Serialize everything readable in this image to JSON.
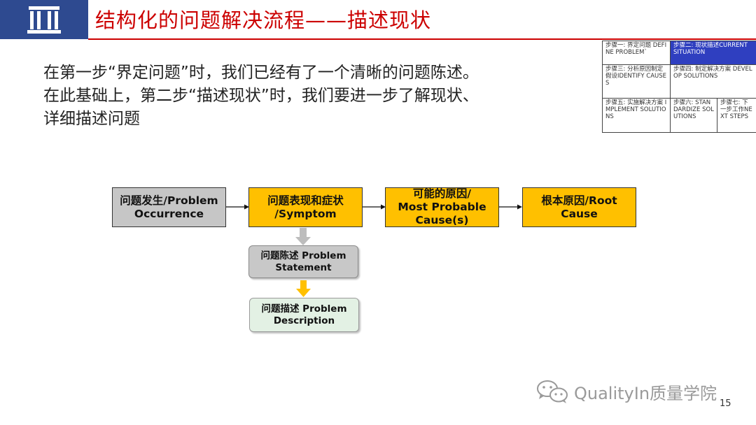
{
  "header": {
    "title": "结构化的问题解决流程——描述现状"
  },
  "steps_table": {
    "rows": [
      [
        {
          "text": "步骤一: 界定问题 DEFINE PROBLEM`",
          "active": false
        },
        {
          "text": "步骤二: 现状描述CURRENT SITUATION",
          "active": true
        }
      ],
      [
        {
          "text": "步骤三: 分析原因制定假设IDENTIFY CAUSES",
          "active": false
        },
        {
          "text": "步骤四: 制定解决方案 DEVELOP SOLUTIONS",
          "active": false
        }
      ],
      [
        {
          "text": "步骤五: 实施解决方案 IMPLEMENT SOLUTIONS",
          "active": false
        },
        {
          "text": "步骤六: STANDARDIZE SOLUTIONS",
          "active": false
        },
        {
          "text": "步骤七: 下一步工作NEXT STEPS",
          "active": false
        }
      ]
    ]
  },
  "intro": {
    "line1": "在第一步“界定问题”时，我们已经有了一个清晰的问题陈述。",
    "line2": "在此基础上，第二步“描述现状”时，我们要进一步了解现状、",
    "line3": "详细描述问题"
  },
  "flow": {
    "boxes": [
      {
        "line1": "问题发生/Problem",
        "line2": "Occurrence",
        "line3": ""
      },
      {
        "line1": "问题表现和症状",
        "line2": "/Symptom",
        "line3": ""
      },
      {
        "line1": "可能的原因/",
        "line2": "Most Probable",
        "line3": "Cause(s)"
      },
      {
        "line1": "根本原因/Root",
        "line2": "Cause",
        "line3": ""
      }
    ],
    "statement": {
      "cn": "问题陈述",
      "en": "Problem Statement"
    },
    "description": {
      "cn": "问题描述",
      "en": "Problem Description"
    }
  },
  "footer": {
    "brand": "QualityIn质量学院",
    "page": "15"
  },
  "colors": {
    "title_red": "#cc0000",
    "logo_blue": "#2e4a90",
    "active_step": "#2f3fc0",
    "gold": "#ffc000",
    "gray_box": "#c6c6c6",
    "green_box": "#e3f1e4"
  }
}
